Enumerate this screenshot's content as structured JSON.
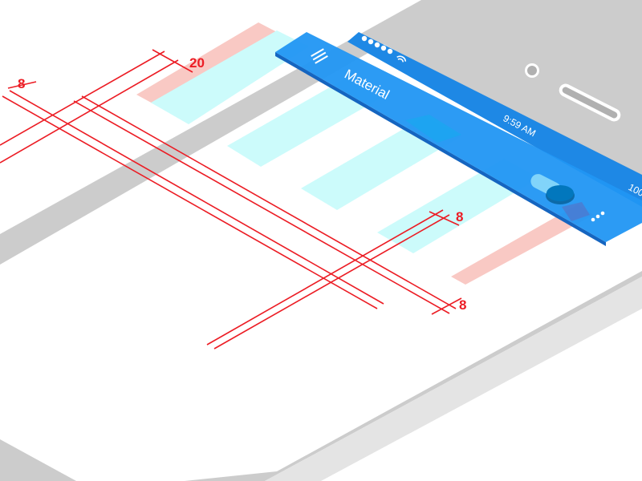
{
  "toolbar": {
    "title": "Material",
    "color": "#2196f3"
  },
  "status_bar": {
    "time": "9:59 AM",
    "battery": "100"
  },
  "spacing_labels": {
    "left_margin": "8",
    "top_gap": "20",
    "card_gap": "8",
    "bottom_gap": "8"
  },
  "colors": {
    "guide": "#ec1c24",
    "card": "#ccfbfb",
    "margin": "#f9c9c4",
    "phone": "#cccccc"
  }
}
